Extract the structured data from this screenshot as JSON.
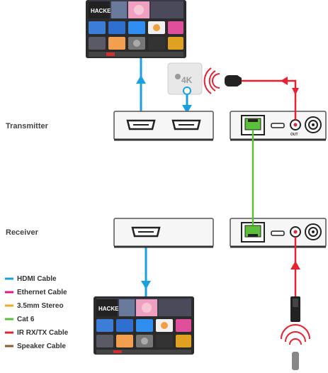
{
  "labels": {
    "transmitter": "Transmitter",
    "receiver": "Receiver",
    "badge_4k": "4K",
    "out_port": "OUT"
  },
  "legend": [
    {
      "label": "HDMI Cable",
      "color": "#1a9fe0"
    },
    {
      "label": "Ethernet Cable",
      "color": "#e0198a"
    },
    {
      "label": "3.5mm Stereo",
      "color": "#f5a623"
    },
    {
      "label": "Cat 6",
      "color": "#5cbf3a"
    },
    {
      "label": "IR RX/TX Cable",
      "color": "#e8202f"
    },
    {
      "label": "Speaker Cable",
      "color": "#8b5a2b"
    }
  ],
  "tv_screen": {
    "banner_text": "HACKED"
  },
  "colors": {
    "hdmi": "#1a9fe0",
    "cat6": "#5cbf3a",
    "ir": "#e8202f"
  }
}
